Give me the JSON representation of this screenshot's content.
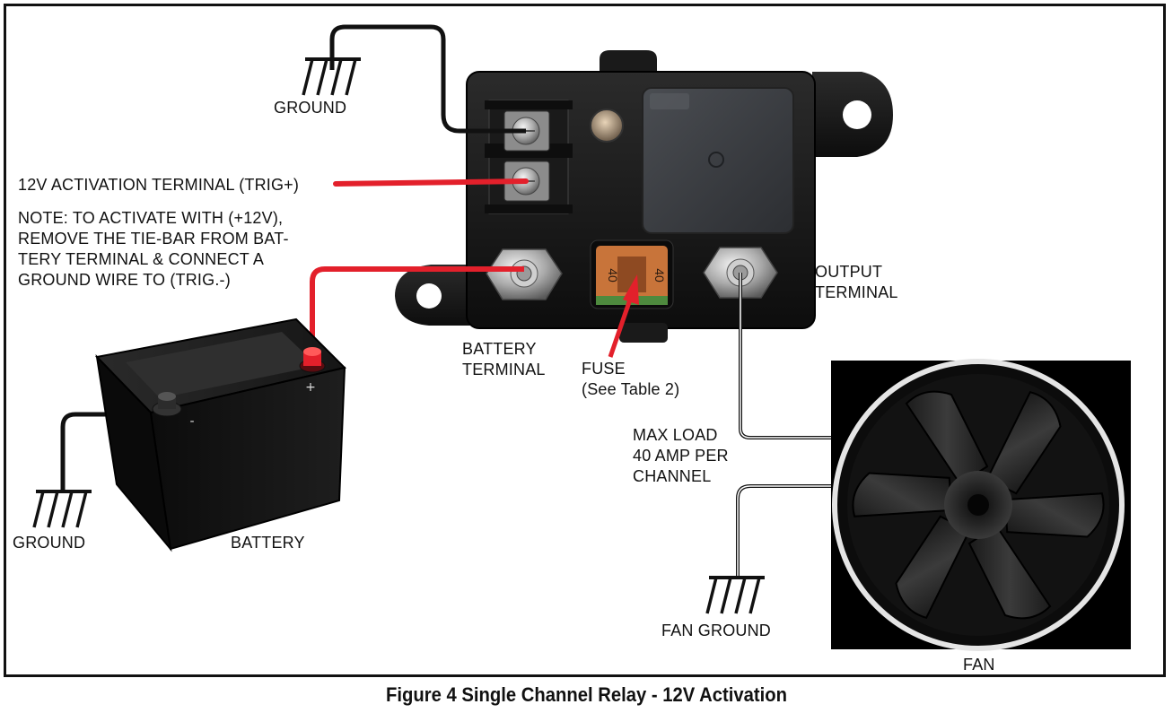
{
  "labels": {
    "ground_top": "GROUND",
    "activation": "12V ACTIVATION TERMINAL (TRIG+)",
    "note_1": "NOTE: TO ACTIVATE WITH (+12V),",
    "note_2": "REMOVE THE TIE-BAR FROM BAT-",
    "note_3": "TERY TERMINAL & CONNECT A",
    "note_4": "GROUND WIRE TO (TRIG.-)",
    "battery_terminal_1": "BATTERY",
    "battery_terminal_2": "TERMINAL",
    "fuse_1": "FUSE",
    "fuse_2": "(See Table 2)",
    "output_1": "OUTPUT",
    "output_2": "TERMINAL",
    "max_load_1": "MAX LOAD",
    "max_load_2": "40 AMP PER",
    "max_load_3": "CHANNEL",
    "ground_left": "GROUND",
    "battery": "BATTERY",
    "fan_ground": "FAN GROUND",
    "fan": "FAN"
  },
  "battery_marks": {
    "positive": "+",
    "negative": "-"
  },
  "fuse_rating": "40",
  "caption": "Figure 4 Single Channel Relay - 12V Activation",
  "colors": {
    "wire_red": "#e3202b",
    "wire_black": "#111111",
    "fuse_orange": "#c8743a",
    "fuse_green": "#4e8a3e"
  }
}
